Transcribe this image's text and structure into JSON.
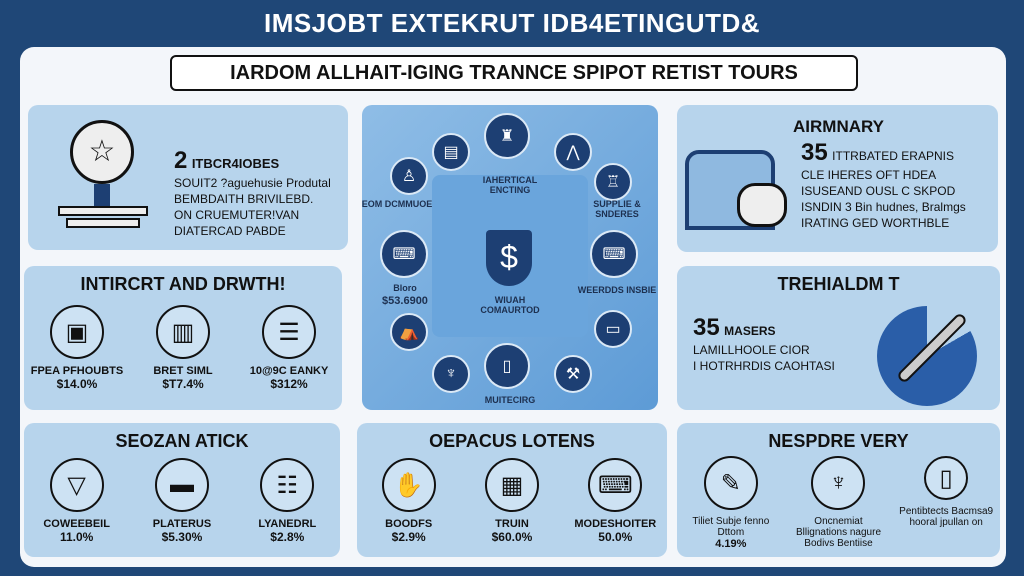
{
  "title": "IMSJOBT EXTEKRUT IDB4ETINGUTD&",
  "banner": "IARDOM ALLHAIT-IGING TRANNCE SPIPOT RETIST TOURS",
  "top_left": {
    "number": "2",
    "heading": "ITBCR4IOBES",
    "lines": [
      "SOUIT2 ?aguehusie Produtal",
      "BEMBDAITH BRIVILEBD.",
      "ON CRUEMUTER!VAN",
      "DIATERCAD PABDE"
    ]
  },
  "mid_left": {
    "heading": "INTIRCRT AND DRWTH!",
    "items": [
      {
        "label": "FPEA PFHOUBTS",
        "value": "$14.0%",
        "icon": "monitor-icon"
      },
      {
        "label": "BRET SIML",
        "value": "$T7.4%",
        "icon": "machine-icon"
      },
      {
        "label": "10@9C EANKY",
        "value": "$312%",
        "icon": "document-icon"
      }
    ]
  },
  "center": {
    "top_label": "IAHERTICAL ENCTING",
    "left_label": "EOM DCMMUOE",
    "right_label": "SUPPLIE & SNDERES",
    "left_value_label": "Bloro",
    "left_value": "$53.6900",
    "right_bottom_label": "WEERDDS INSBIE",
    "center_label": "WIUAH COMAURTOD",
    "bottom_label": "MUITECIRG"
  },
  "top_right": {
    "heading": "AIRMNARY",
    "number": "35",
    "lines": [
      "ITTRBATED ERAPNIS",
      "CLE IHERES OFT HDEA",
      "ISUSEAND OUSL C SKPOD",
      "ISNDIN 3 Bin hudnes, Bralmgs",
      "IRATING GED WORTHBLE"
    ]
  },
  "mid_right": {
    "heading": "TREHIALDM T",
    "number": "35",
    "sub": "MASERS",
    "lines": [
      "LAMILLHOOLE CIOR",
      "I HOTRHRDIS CAOHTASI"
    ]
  },
  "bottom_left": {
    "heading": "SEOZAN ATICK",
    "items": [
      {
        "label": "COWEEBEIL",
        "value": "11.0%",
        "icon": "laptop-icon"
      },
      {
        "label": "PLATERUS",
        "value": "$5.30%",
        "icon": "tray-icon"
      },
      {
        "label": "LYANEDRL",
        "value": "$2.8%",
        "icon": "form-icon"
      }
    ]
  },
  "bottom_center": {
    "heading": "OEPACUS LOTENS",
    "items": [
      {
        "label": "BOODFS",
        "value": "$2.9%",
        "icon": "hand-icon"
      },
      {
        "label": "TRUIN",
        "value": "$60.0%",
        "icon": "truck-icon"
      },
      {
        "label": "MODESHOITER",
        "value": "50.0%",
        "icon": "keyboard-icon"
      }
    ]
  },
  "bottom_right": {
    "heading": "NESPDRE VERY",
    "items": [
      {
        "label": "Tiliet Subje fenno Dttom",
        "value": "4.19%",
        "icon": "dragon-icon"
      },
      {
        "label": "Oncnemiat Bllignations nagure Bodivs Bentiise",
        "value": "",
        "icon": "fountain-icon"
      },
      {
        "label": "Pentibtects Bacmsa9 hooral jpullan on",
        "value": "",
        "icon": "bottle-icon"
      }
    ]
  }
}
